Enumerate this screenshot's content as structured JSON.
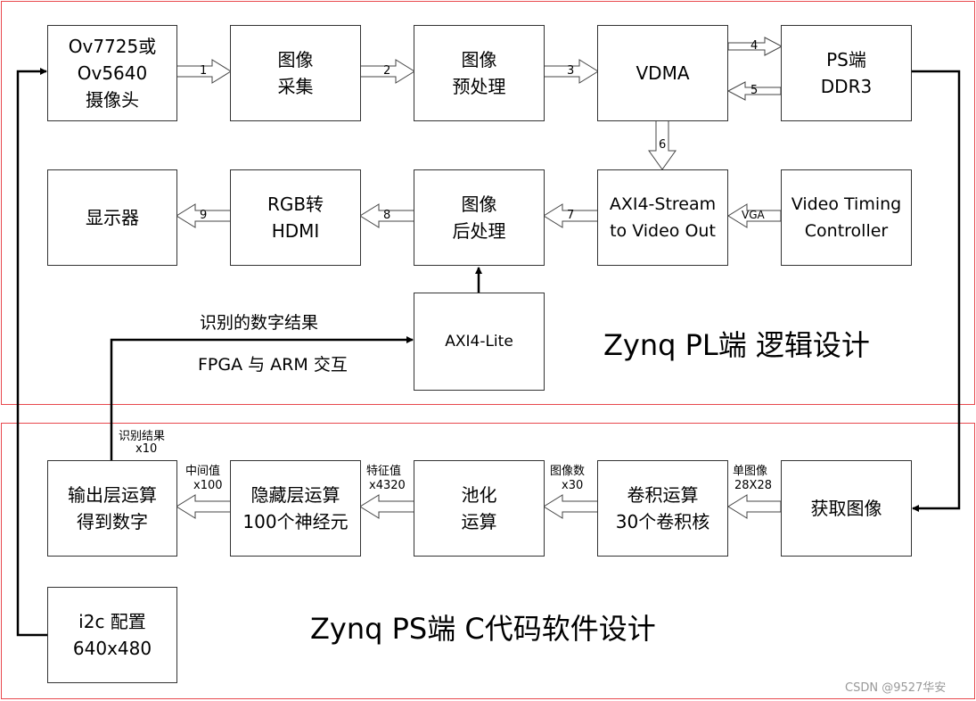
{
  "pl": {
    "title": "Zynq PL端 逻辑设计",
    "camera": [
      "Ov7725或",
      "Ov5640",
      "摄像头"
    ],
    "capture": [
      "图像",
      "采集"
    ],
    "preprocess": [
      "图像",
      "预处理"
    ],
    "vdma": "VDMA",
    "ddr": [
      "PS端",
      "DDR3"
    ],
    "display": "显示器",
    "hdmi": [
      "RGB转",
      "HDMI"
    ],
    "postprocess": [
      "图像",
      "后处理"
    ],
    "axis": [
      "AXI4-Stream",
      "to Video Out"
    ],
    "vtc": [
      "Video Timing",
      "Controller"
    ],
    "axilite": "AXI4-Lite",
    "note_result": "识别的数字结果",
    "note_interact": "FPGA 与 ARM 交互",
    "arrows": {
      "a1": "1",
      "a2": "2",
      "a3": "3",
      "a4": "4",
      "a5": "5",
      "a6": "6",
      "a7": "7",
      "a8": "8",
      "a9": "9",
      "vga": "VGA"
    }
  },
  "ps": {
    "title": "Zynq PS端 C代码软件设计",
    "output": [
      "输出层运算",
      "得到数字"
    ],
    "hidden": [
      "隐藏层运算",
      "100个神经元"
    ],
    "pool": [
      "池化",
      "运算"
    ],
    "conv": [
      "卷积运算",
      "30个卷积核"
    ],
    "fetch": "获取图像",
    "i2c": [
      "i2c 配置",
      "640x480"
    ],
    "labels": {
      "result": [
        "识别结果",
        "x10"
      ],
      "mid": [
        "中间值",
        "x100"
      ],
      "feat": [
        "特征值",
        "x4320"
      ],
      "imgs": [
        "图像数",
        "x30"
      ],
      "single": [
        "单图像",
        "28X28"
      ]
    }
  },
  "watermark": "CSDN @9527华安"
}
